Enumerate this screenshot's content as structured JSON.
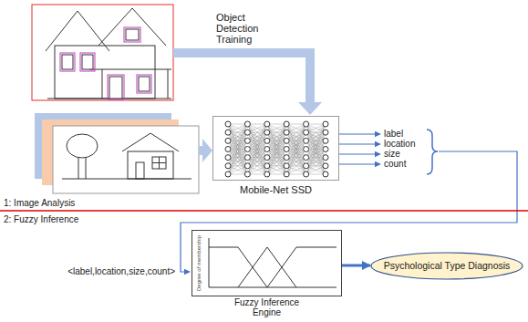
{
  "diagram": {
    "nodes": [
      {
        "text": [
          "Mobile-Net SSD"
        ]
      },
      {
        "text": [
          "Fuzzy Inference Engine"
        ]
      },
      {
        "text": [
          "Psychological Type Diagnosis"
        ]
      }
    ],
    "edges": [
      {
        "from": 1,
        "to": 2,
        "arrow": "to"
      }
    ],
    "labels": [
      "Object Detection Training",
      "label",
      "location",
      "size",
      "count",
      "1: Image Analysis",
      "2: Fuzzy Inference",
      "<label,location,size,count>",
      "Degree of membership"
    ]
  }
}
